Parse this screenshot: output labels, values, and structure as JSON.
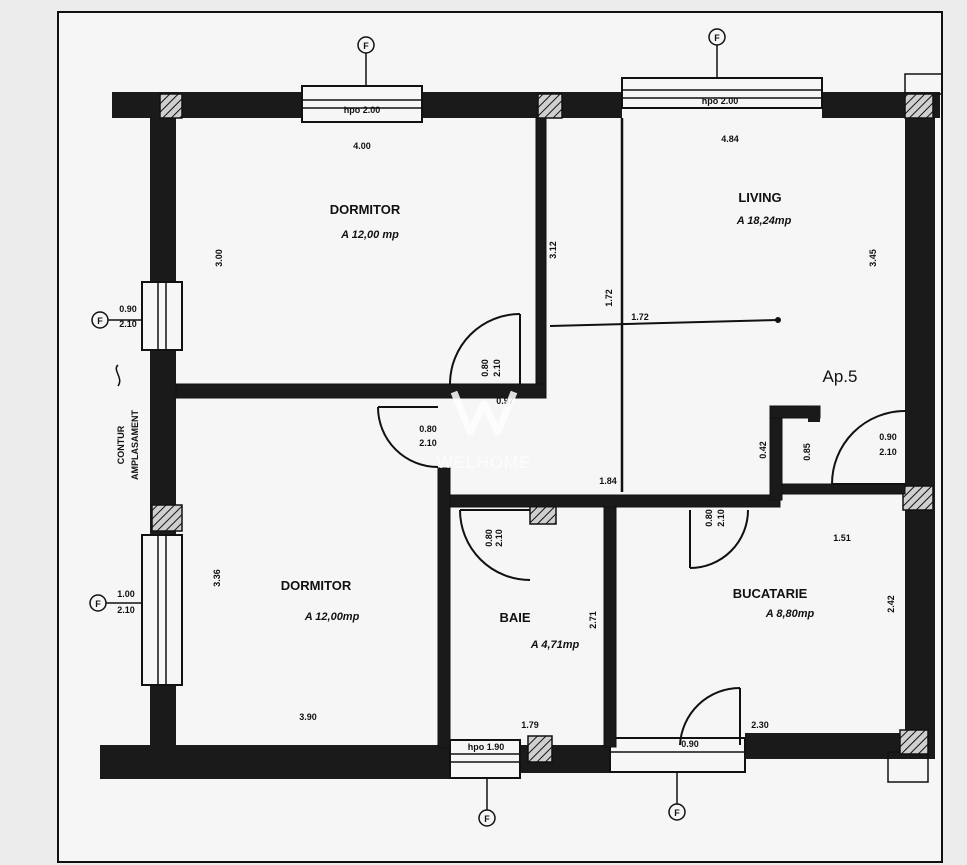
{
  "rooms": {
    "dormitor1": {
      "name": "DORMITOR",
      "area": "A 12,00 mp"
    },
    "living": {
      "name": "LIVING",
      "area": "A 18,24mp"
    },
    "dormitor2": {
      "name": "DORMITOR",
      "area": "A 12,00mp"
    },
    "baie": {
      "name": "BAIE",
      "area": "A 4,71mp"
    },
    "bucatarie": {
      "name": "BUCATARIE",
      "area": "A 8,80mp"
    }
  },
  "apartment_label": "Ap.5",
  "watermark": "WELHOME",
  "side_label_1": "CONTUR",
  "side_label_2": "AMPLASAMENT",
  "dimensions": {
    "top_left": "4.00",
    "top_right": "4.84",
    "dorm1_left": "3.00",
    "dorm1_right": "3.12",
    "hall_vertical": "1.72",
    "living_right": "3.45",
    "hall_horizontal": "1.72",
    "hall_bottom": "1.84",
    "door_dorm1": "0.97",
    "dorm2_left": "3.36",
    "dorm2_bottom": "3.90",
    "baie_right": "2.71",
    "baie_bottom": "1.79",
    "kitchen_top": "1.51",
    "kitchen_right": "2.42",
    "kitchen_bottom": "2.30",
    "closet_a": "0.42",
    "closet_b": "0.85",
    "window_top_left": "hpo 2.00",
    "window_top_right": "hpo 2.00",
    "window_bottom": "hpo 1.90",
    "win_left_1a": "0.90",
    "win_left_1b": "2.10",
    "win_left_2a": "1.00",
    "win_left_2b": "2.10",
    "door_living_a": "0.90",
    "door_living_b": "2.10",
    "door_dorm2_a": "0.80",
    "door_dorm2_b": "2.10",
    "door_baie_a": "0.80",
    "door_baie_b": "2.10",
    "door_kitchen_a": "0.80",
    "door_kitchen_b": "2.10",
    "door_bottom": "0.90"
  },
  "markers": {
    "letter": "F"
  }
}
